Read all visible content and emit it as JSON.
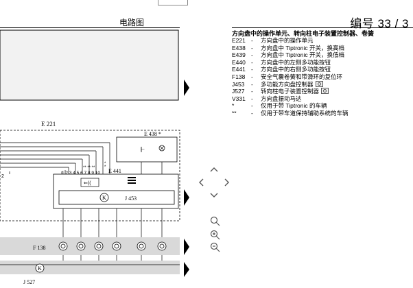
{
  "header": {
    "title": "电路图",
    "number": "编号 33 / 3"
  },
  "legend": {
    "title": "方向盘中的操作单元、转向柱电子装置控制器、卷簧",
    "items": [
      {
        "code": "E221",
        "dash": "-",
        "text": "方向盘中的操作单元"
      },
      {
        "code": "E438",
        "dash": "-",
        "text": "方向盘中 Tiptronic 开关，换高档"
      },
      {
        "code": "E439",
        "dash": "-",
        "text": "方向盘中 Tiptronic 开关，换低档"
      },
      {
        "code": "E440",
        "dash": "-",
        "text": "方向盘中的左侧多功能按钮"
      },
      {
        "code": "E441",
        "dash": "-",
        "text": "方向盘中的右侧多功能按钮"
      },
      {
        "code": "F138",
        "dash": "-",
        "text": "安全气囊卷簧和带滑环的复位环"
      },
      {
        "code": "J453",
        "dash": "-",
        "text": "多功能方向盘控制器",
        "cam": true
      },
      {
        "code": "J527",
        "dash": "-",
        "text": "转向柱电子装置控制器",
        "cam": true
      },
      {
        "code": "V331",
        "dash": "-",
        "text": "方向盘振动马达"
      },
      {
        "code": "*",
        "dash": "-",
        "text": "仅用于带 Tiptronic 的车辆"
      },
      {
        "code": "**",
        "dash": "-",
        "text": "仅用于带车道保持辅助系统的车辆"
      }
    ]
  },
  "diagram": {
    "e221": "E 221",
    "e438": "E 438 *",
    "e441": "E 441",
    "pins": "1 2 3 4 5 6 7 8 9 10",
    "pin_stars": "** ** **",
    "pin_2": "2",
    "j453": "J 453",
    "f138": "F 138",
    "j527": "J 527",
    "k": "K",
    "arrow_icon": "⇐((",
    "stars_10": "*",
    "stars_10b": "*"
  },
  "nav": {
    "up": "^",
    "down": "v",
    "left": "<",
    "right": ">"
  },
  "colors": {
    "stripe": "#d9d9d9",
    "line": "#000000"
  }
}
